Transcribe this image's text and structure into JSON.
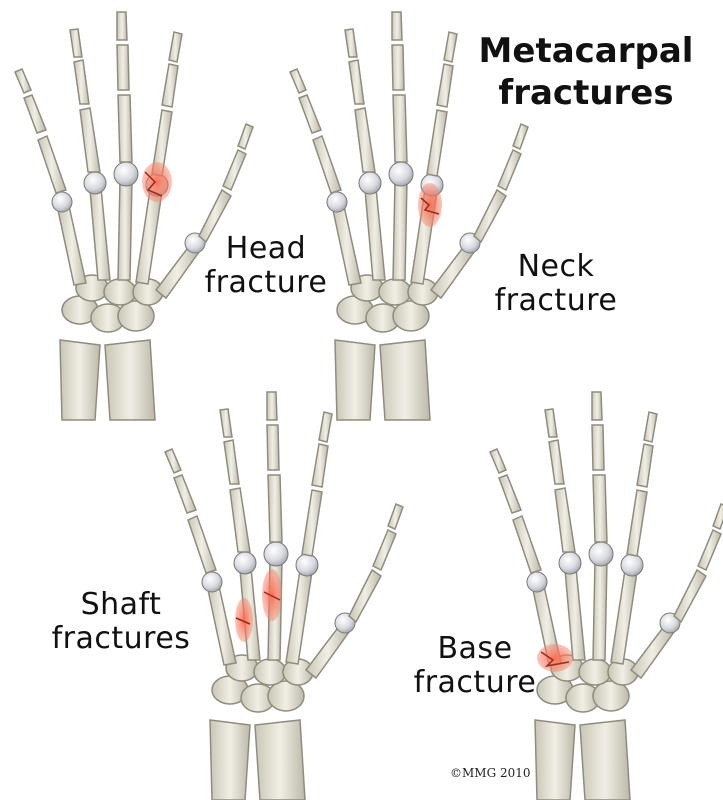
{
  "title": [
    "Metacarpal",
    "fractures"
  ],
  "panels": {
    "head": [
      "Head",
      "fracture"
    ],
    "neck": [
      "Neck",
      "fracture"
    ],
    "shaft": [
      "Shaft",
      "fractures"
    ],
    "base": [
      "Base",
      "fracture"
    ]
  },
  "copyright": "©MMG 2010",
  "colors": {
    "bone": "#e6e3d6",
    "bone_shade": "#b9b6a6",
    "fracture": "#e8553e"
  }
}
